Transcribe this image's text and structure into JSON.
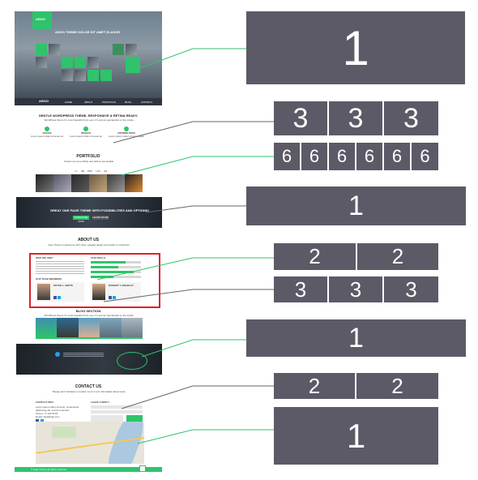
{
  "diagram": {
    "boxes": [
      {
        "label": "1"
      },
      {
        "label": "3"
      },
      {
        "label": "3"
      },
      {
        "label": "3"
      },
      {
        "label": "6"
      },
      {
        "label": "6"
      },
      {
        "label": "6"
      },
      {
        "label": "6"
      },
      {
        "label": "6"
      },
      {
        "label": "6"
      },
      {
        "label": "1"
      },
      {
        "label": "2"
      },
      {
        "label": "2"
      },
      {
        "label": "3"
      },
      {
        "label": "3"
      },
      {
        "label": "3"
      },
      {
        "label": "1"
      },
      {
        "label": "2"
      },
      {
        "label": "2"
      },
      {
        "label": "1"
      }
    ],
    "box_color": "#5b5a66",
    "connector_color": "#2fc36b",
    "highlight_color": "#e0202a"
  },
  "website": {
    "hero": {
      "logo": "ARGO",
      "title": "ARGO THEME DOLOR SIT AMET ELASOR",
      "accent": "#2fc36b"
    },
    "nav": {
      "logo": "ARGO",
      "items": [
        "HOME",
        "ABOUT",
        "PORTFOLIO",
        "BLOG",
        "CONTACT"
      ]
    },
    "features": {
      "heading": "GENTLE WORDPRESS THEME, RESPONSIVE & RETINA READY.",
      "subheading": "WordPress theme it's most beautiful form ever. It's just as spectacular on the inside.",
      "items": [
        {
          "title": "ADVICE",
          "text": "Lorem ipsum dolor sit amet elasor"
        },
        {
          "title": "DESIGN",
          "text": "Lorem ipsum dolor sit amet elasor"
        },
        {
          "title": "DISTRIBUTION",
          "text": "Lorem ipsum dolor sit amet elasor"
        }
      ]
    },
    "portfolio": {
      "heading": "PORTFOLIO",
      "subheading": "Check out our portfolio and click to see details.",
      "filters": [
        "ALL",
        "WEB",
        "PRINT",
        "LOGO",
        "ART"
      ]
    },
    "banner": {
      "title": "GREAT ONE PAGE THEME WITH POSSIBILITIES AND OPTIONS!",
      "button1": "PURCHASE NOW",
      "button2": "LEARN MORE"
    },
    "about": {
      "heading": "ABOUT US",
      "subheading": "Argo Theme is awesome with clean, elegant design and easily to customize.",
      "who_heading": "WHO WE ARE?",
      "skills_heading": "OUR SKILLS",
      "team_heading": "OUR TEAM MEMBERS",
      "skills": [
        {
          "name": "Web Design",
          "level": 0.7
        },
        {
          "name": "Development",
          "level": 0.55
        },
        {
          "name": "Marketing",
          "level": 0.85
        },
        {
          "name": "Branding",
          "level": 0.45
        }
      ],
      "team": [
        {
          "name": "PETER L. WHITE"
        },
        {
          "name": "ROBERT T. BRADLEY"
        }
      ]
    },
    "blog": {
      "heading": "BLOG SECTION",
      "subheading": "WordPress theme it's most beautiful form ever. It's just as spectacular on the inside."
    },
    "contact": {
      "heading": "CONTACT US",
      "subheading": "Please don't hesitate to contact me for more information about work.",
      "info_heading": "CONTACT INFO",
      "form_heading": "LEAVE A REPLY",
      "info_text": "Lorem ipsum dolor sit amet, consectetur adipiscing elit, sed do eiusmod.",
      "phone": "Phone: +1 234 5678",
      "email": "Email: info@argo.com"
    },
    "footer": {
      "text": "© Argo Theme all rights reserved."
    }
  }
}
